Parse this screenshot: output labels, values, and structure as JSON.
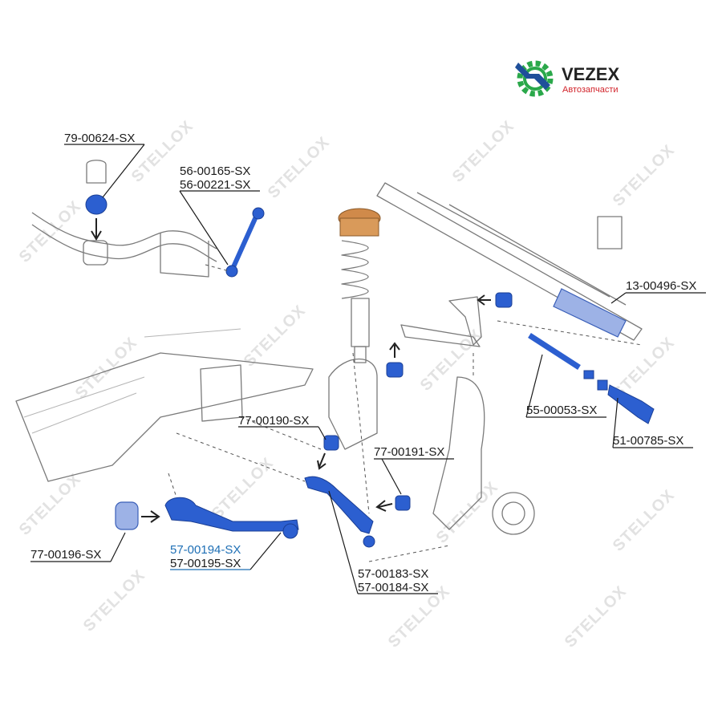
{
  "brand": {
    "name": "VEZEX",
    "subtitle": "Автозапчасти",
    "colors": {
      "gear": "#2aa84a",
      "wrench": "#1f4f9a",
      "text": "#222222",
      "sub": "#d2232a"
    }
  },
  "watermark": {
    "text": "STELLOX"
  },
  "colors": {
    "part": "#2c5fd0",
    "highlight": "#1e6fb5",
    "mount": "#d08a4a",
    "label": "#1a1a1a"
  },
  "parts": [
    {
      "id": "p1",
      "lines": [
        "79-00624-SX"
      ],
      "highlight": false
    },
    {
      "id": "p2",
      "lines": [
        "56-00165-SX",
        "56-00221-SX"
      ],
      "highlight": false
    },
    {
      "id": "p3",
      "lines": [
        "13-00496-SX"
      ],
      "highlight": false
    },
    {
      "id": "p4",
      "lines": [
        "77-00190-SX"
      ],
      "highlight": false
    },
    {
      "id": "p5",
      "lines": [
        "77-00191-SX"
      ],
      "highlight": false
    },
    {
      "id": "p6",
      "lines": [
        "55-00053-SX"
      ],
      "highlight": false
    },
    {
      "id": "p7",
      "lines": [
        "51-00785-SX"
      ],
      "highlight": false
    },
    {
      "id": "p8",
      "lines": [
        "77-00196-SX"
      ],
      "highlight": false
    },
    {
      "id": "p9",
      "lines": [
        "57-00194-SX",
        "57-00195-SX"
      ],
      "highlight": true
    },
    {
      "id": "p10",
      "lines": [
        "57-00183-SX",
        "57-00184-SX"
      ],
      "highlight": false
    }
  ]
}
